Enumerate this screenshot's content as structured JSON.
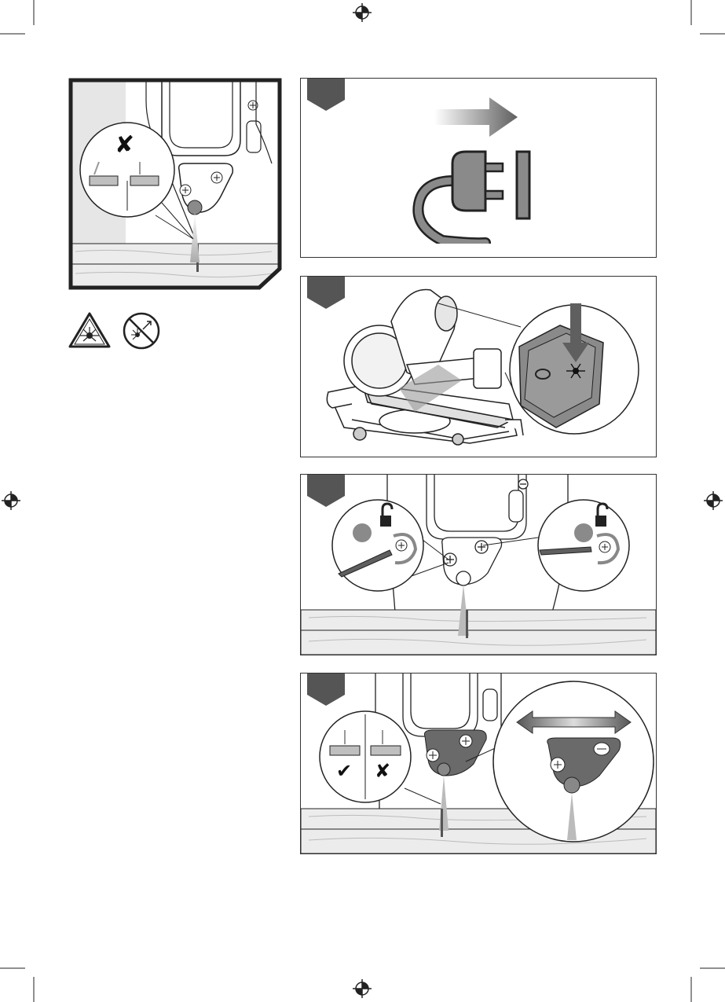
{
  "page": {
    "colors": {
      "line": "#222222",
      "gray_dark": "#5f5f5f",
      "gray_mid": "#8a8a8a",
      "gray_light": "#d9d9d9",
      "wood": "#e9e9e9"
    }
  },
  "icons": {
    "registration_marks": "crosshair-circle",
    "laser_warning": "laser-warning-triangle",
    "no_stare": "no-stare-into-beam",
    "incorrect": "cross-mark",
    "correct": "check-mark",
    "unlock": "padlock-open",
    "plug": "power-plug",
    "arrow": "arrow-right"
  },
  "panels": {
    "panel_a": {
      "mark_left": "✔",
      "mark_right": "✘"
    },
    "overview": {
      "mark": "✘"
    }
  }
}
